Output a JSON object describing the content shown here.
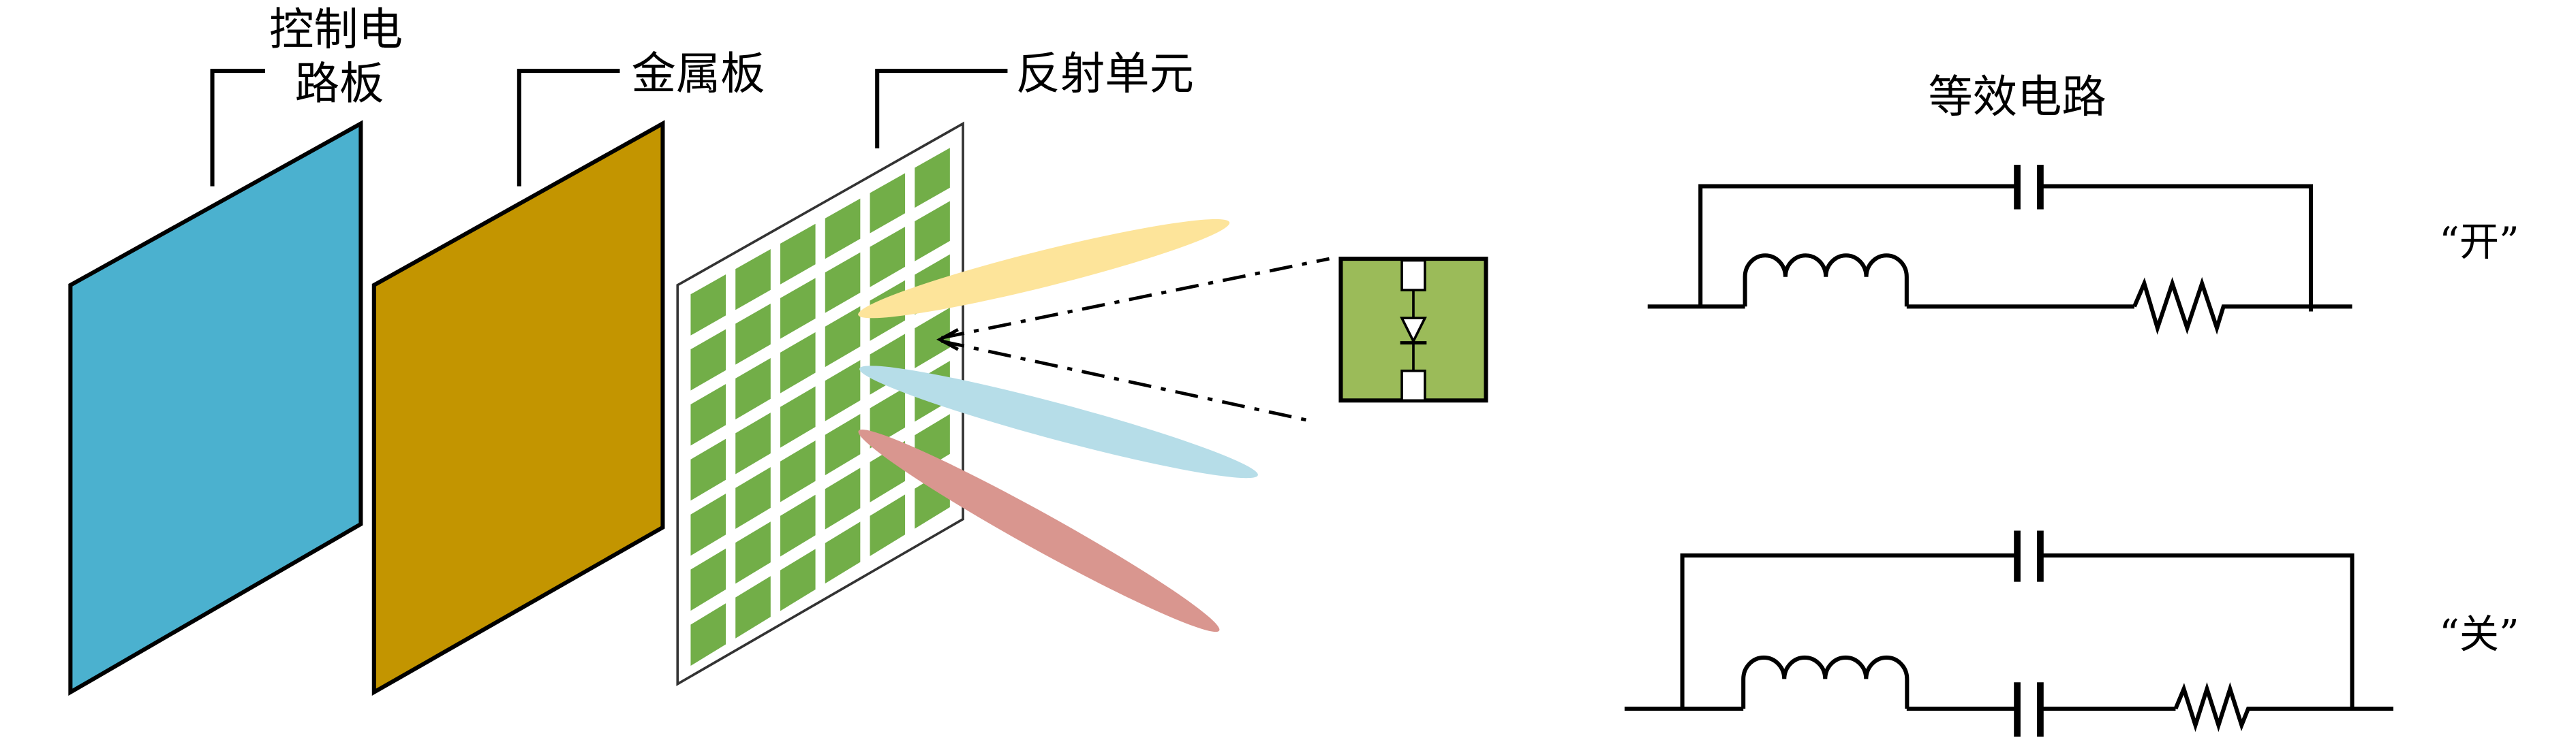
{
  "labels": {
    "control_board_line1": "控制电",
    "control_board_line2": "路板",
    "metal_plate": "金属板",
    "reflect_unit": "反射单元",
    "equiv_circuit": "等效电路",
    "state_on": "“开”",
    "state_off": "“关”"
  },
  "colors": {
    "control_board": "#4bb1cf",
    "metal_plate": "#c39500",
    "cell": "#72ae48",
    "inset": "#9bbb59",
    "beam_yellow": "#fde49a",
    "beam_blue": "#b6dde8",
    "beam_red": "#d9968f"
  },
  "grid": {
    "cols": 6,
    "rows": 7
  }
}
